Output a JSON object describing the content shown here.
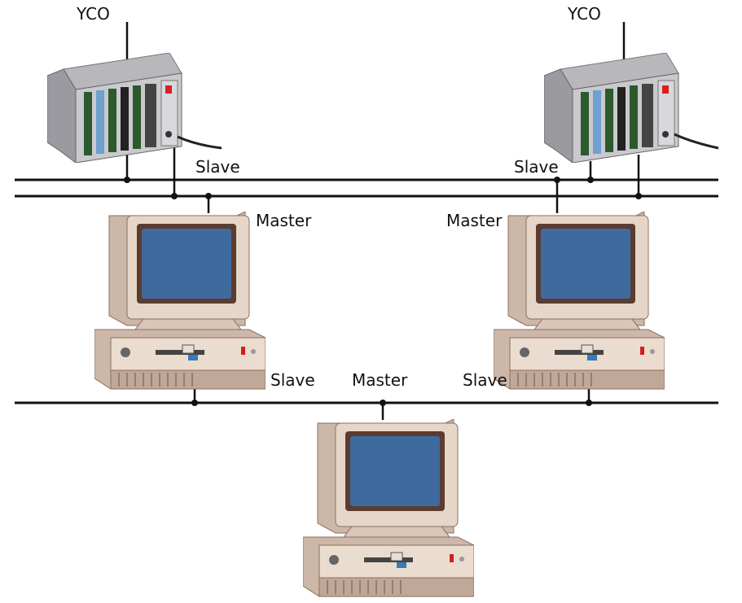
{
  "labels": {
    "yco_left": "YCO",
    "yco_right": "YCO",
    "slave_rack_left": "Slave",
    "slave_rack_right": "Slave",
    "master_pc_left": "Master",
    "master_pc_right": "Master",
    "slave_pc_left": "Slave",
    "master_pc_bottom": "Master",
    "slave_pc_right": "Slave"
  },
  "colors": {
    "line": "#111111",
    "screen": "#3f6a9e",
    "case": "#e6d6c8",
    "rack": "#c8c8cc"
  }
}
